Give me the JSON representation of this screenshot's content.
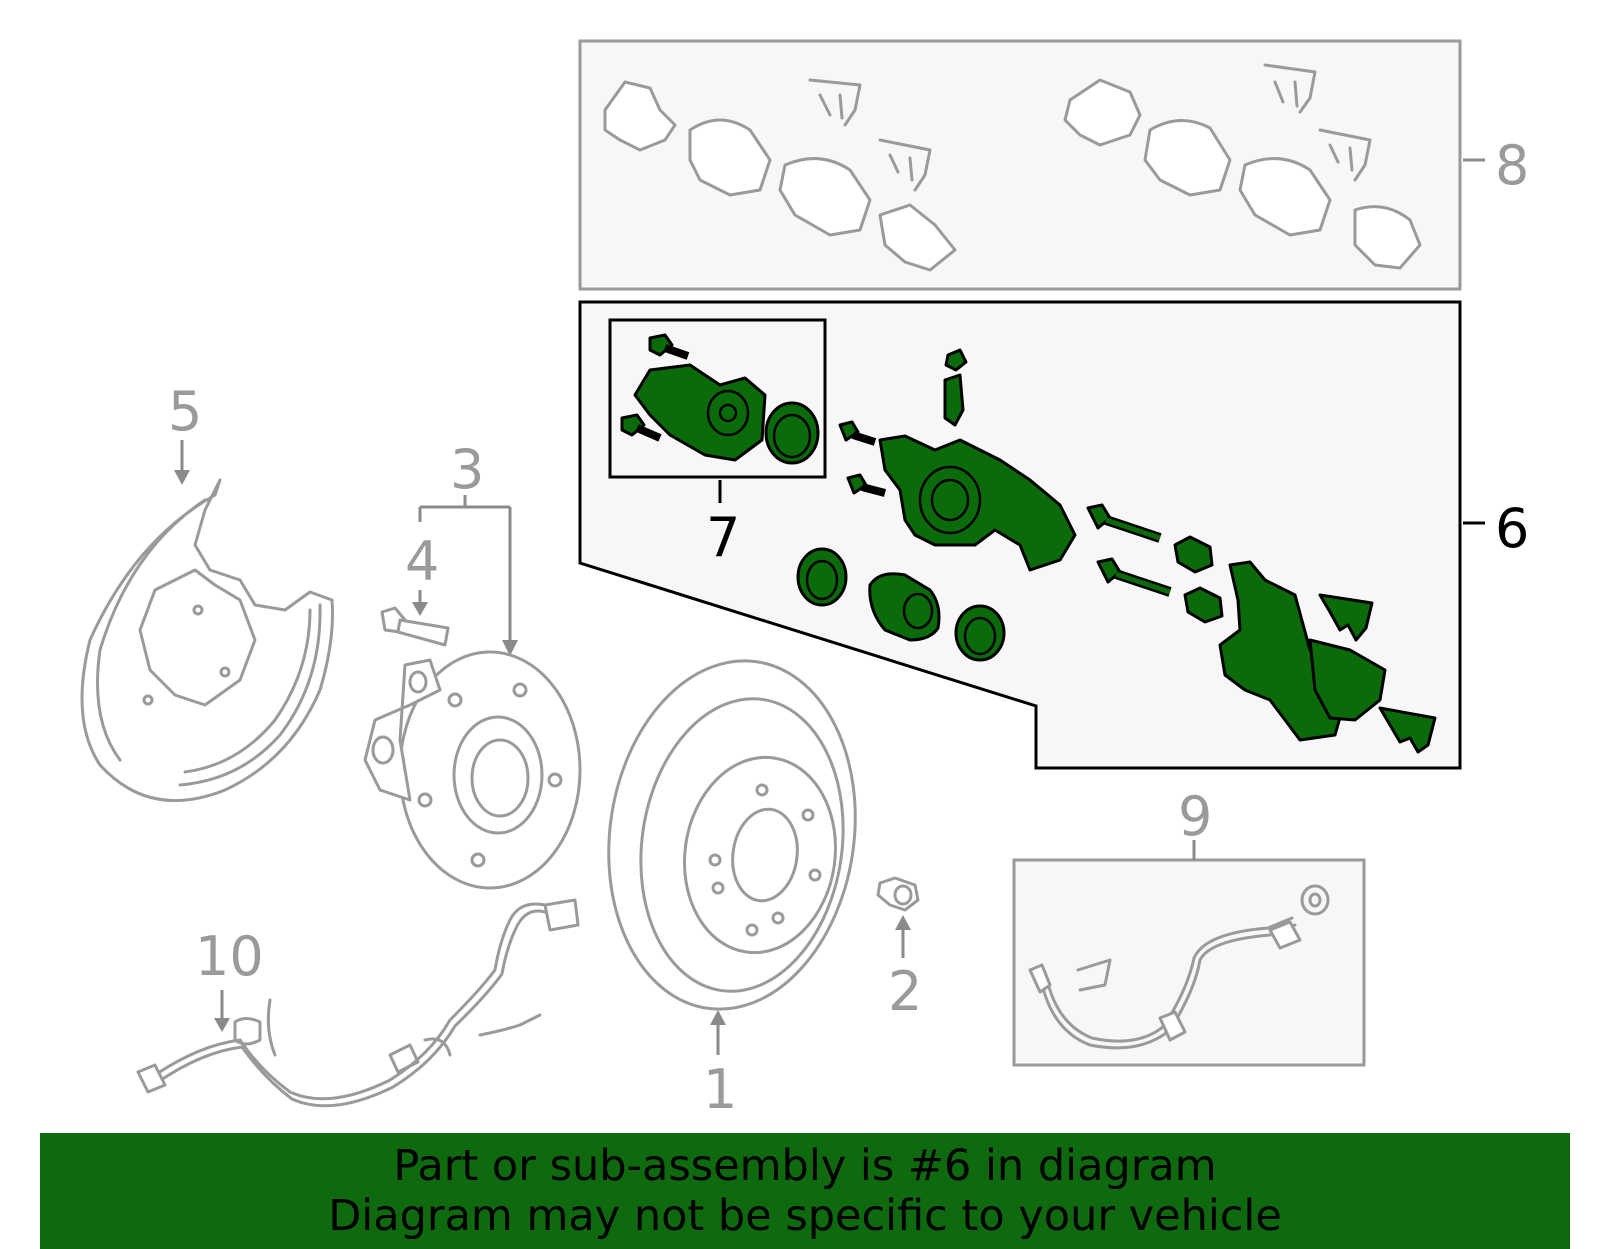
{
  "callouts": {
    "n1": "1",
    "n2": "2",
    "n3": "3",
    "n4": "4",
    "n5": "5",
    "n6": "6",
    "n7": "7",
    "n8": "8",
    "n9": "9",
    "n10": "10"
  },
  "highlighted_part": "6",
  "colors": {
    "highlight": "#0b6b0b",
    "banner": "#0f6a0f",
    "line_art": "#9a9a9a"
  },
  "banner": {
    "line1": "Part or sub-assembly is #6 in diagram",
    "line2": "Diagram may not be specific to your vehicle"
  }
}
